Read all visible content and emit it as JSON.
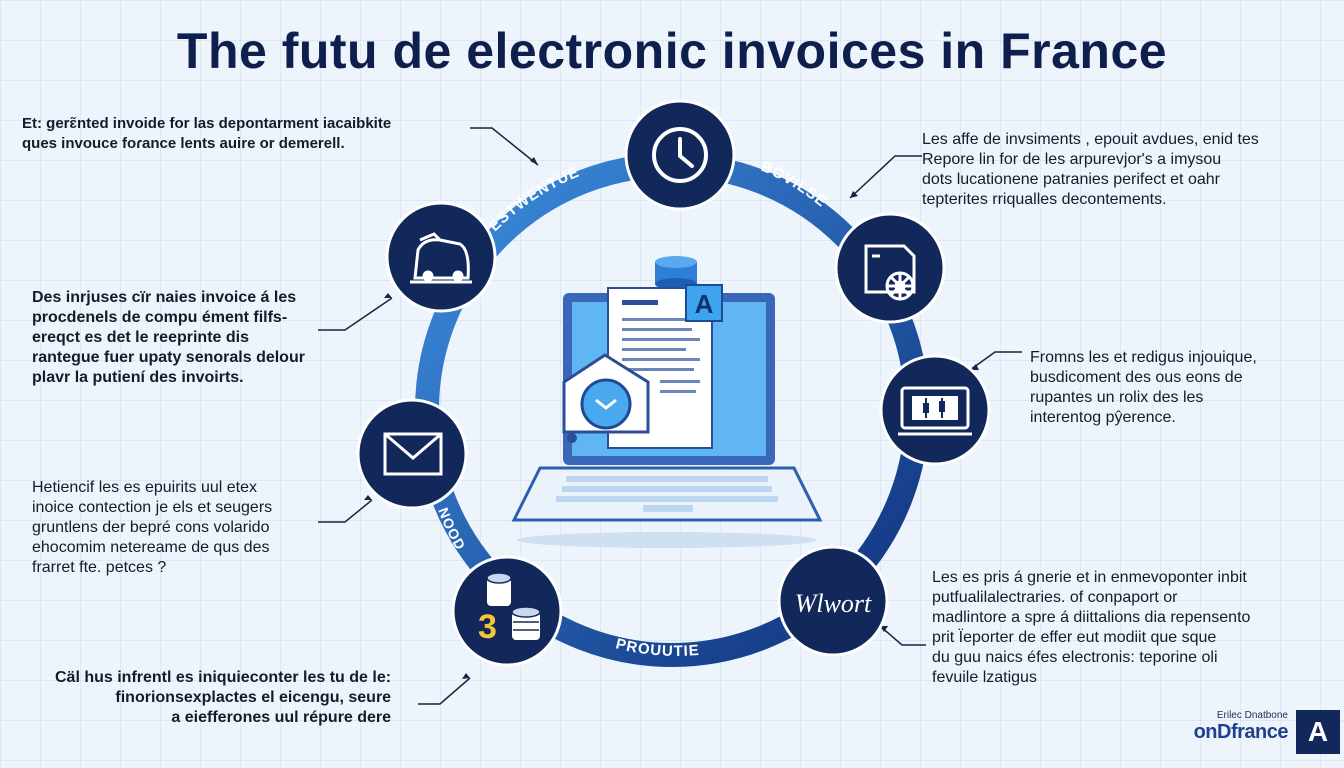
{
  "title": "The futu de electronic invoices in  France",
  "ring_labels": {
    "top_left": "ESTWENTUE",
    "top_right": "BOVILSE",
    "left": "NOOD",
    "bottom": "PROUUTIE"
  },
  "nodes": {
    "bottom_right_text": "Wlwort",
    "bottom_left_number": "3",
    "center_doc_letter": "A"
  },
  "left_texts": [
    "Et: gerɛ̃nted invoide for las depontarment iacaibkite\nques invouce foɾance lents auire or demerell.",
    "Des inrjuses cïr naies invoice á les\nprocdenels de compu ément filfs-\nereqct es det le reeprinte dis\nrantegue fuer upaty senorals delour\nplavr la putiení des invoirts.",
    "Hetiencif les es epuirits uul etex\ninoice contection je els et seugers\ngruntlens der bepré cons volarido\nehocomim netereame de qus des\nfrarret fte. petces ?",
    "Cäl hus infrentl es iniquiecont‌er les tu de le:\nfinorionsexplactes el eicengu, seure\na eiefferones uul répure dere"
  ],
  "right_texts": [
    "Les affe de invsiments , epouit avdues, enid tes\nRepore lin for de les arpurevjor's a imysou\ndots lucationene patranies perifect et oahr\ntepterites rriqualles decontements.",
    "Fromns les et redigus injouique,\nbusdicoment des ous eons de\nrupantes un rolix des les\ninterentog pŷerence.",
    "Les es pris á gnerie et in enmevoponter inbit\nputfualilalectraries. of conpaport or\nmadlintore a spre á diittalions dia repensento\nprit Ïeporter de effer eut modiit que sque\ndu guu naics éfes electronis: teporine oli\nfevuile lzatigus"
  ],
  "brand": {
    "small": "Erilec Dnatbone",
    "main": "onDfrance",
    "badge": "A"
  },
  "colors": {
    "navy": "#13285a",
    "ring_blue": "#1a4fa6",
    "light_blue": "#3aa8ee",
    "background": "#eef4fb"
  }
}
